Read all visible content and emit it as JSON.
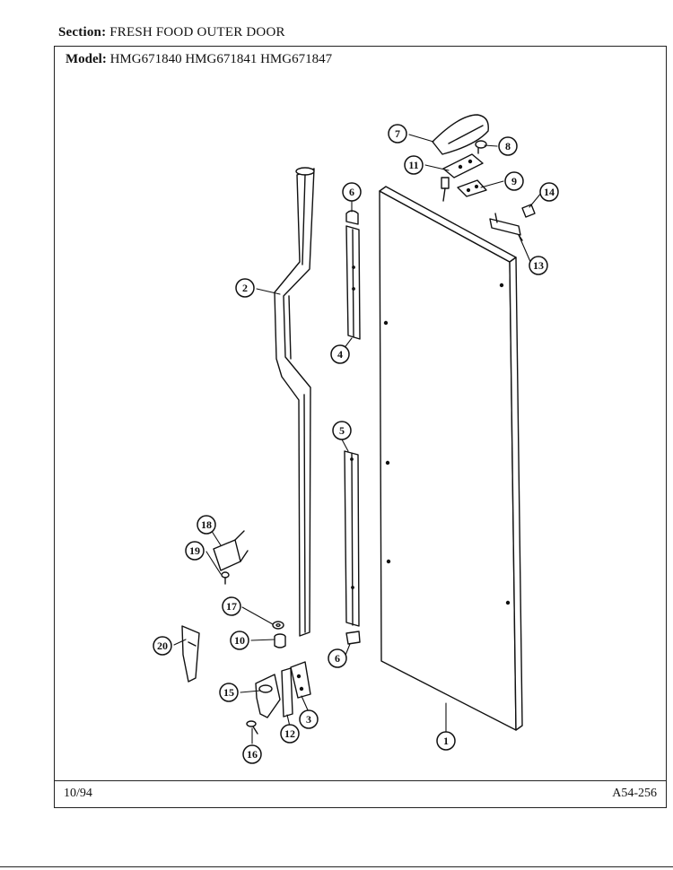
{
  "header": {
    "section_label": "Section:",
    "section_value": "FRESH FOOD OUTER DOOR",
    "model_label": "Model:",
    "model_value": "HMG671840  HMG671841  HMG671847"
  },
  "footer": {
    "date_code": "10/94",
    "drawing_number": "A54-256"
  },
  "callouts": [
    {
      "id": "callout-7",
      "label": "7"
    },
    {
      "id": "callout-8",
      "label": "8"
    },
    {
      "id": "callout-11",
      "label": "11"
    },
    {
      "id": "callout-9",
      "label": "9"
    },
    {
      "id": "callout-14",
      "label": "14"
    },
    {
      "id": "callout-13",
      "label": "13"
    },
    {
      "id": "callout-6-top",
      "label": "6"
    },
    {
      "id": "callout-2",
      "label": "2"
    },
    {
      "id": "callout-4",
      "label": "4"
    },
    {
      "id": "callout-5",
      "label": "5"
    },
    {
      "id": "callout-18",
      "label": "18"
    },
    {
      "id": "callout-19",
      "label": "19"
    },
    {
      "id": "callout-17",
      "label": "17"
    },
    {
      "id": "callout-10",
      "label": "10"
    },
    {
      "id": "callout-20",
      "label": "20"
    },
    {
      "id": "callout-6-bottom",
      "label": "6"
    },
    {
      "id": "callout-15",
      "label": "15"
    },
    {
      "id": "callout-12",
      "label": "12"
    },
    {
      "id": "callout-3",
      "label": "3"
    },
    {
      "id": "callout-16",
      "label": "16"
    },
    {
      "id": "callout-1",
      "label": "1"
    }
  ]
}
